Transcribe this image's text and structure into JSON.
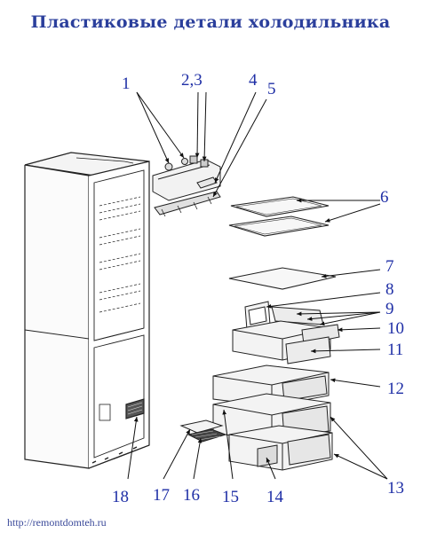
{
  "title": "Пластиковые детали холодильника",
  "callouts": {
    "n1": "1",
    "n23": "2,3",
    "n4": "4",
    "n5": "5",
    "n6": "6",
    "n7": "7",
    "n8": "8",
    "n9": "9",
    "n10": "10",
    "n11": "11",
    "n12": "12",
    "n13": "13",
    "n14": "14",
    "n15": "15",
    "n16": "16",
    "n17": "17",
    "n18": "18"
  },
  "footer": {
    "url": "http://remontdomteh.ru"
  },
  "colors": {
    "title": "#2b3f9c",
    "callout": "#1f2fa6",
    "line_art": "#222222"
  }
}
